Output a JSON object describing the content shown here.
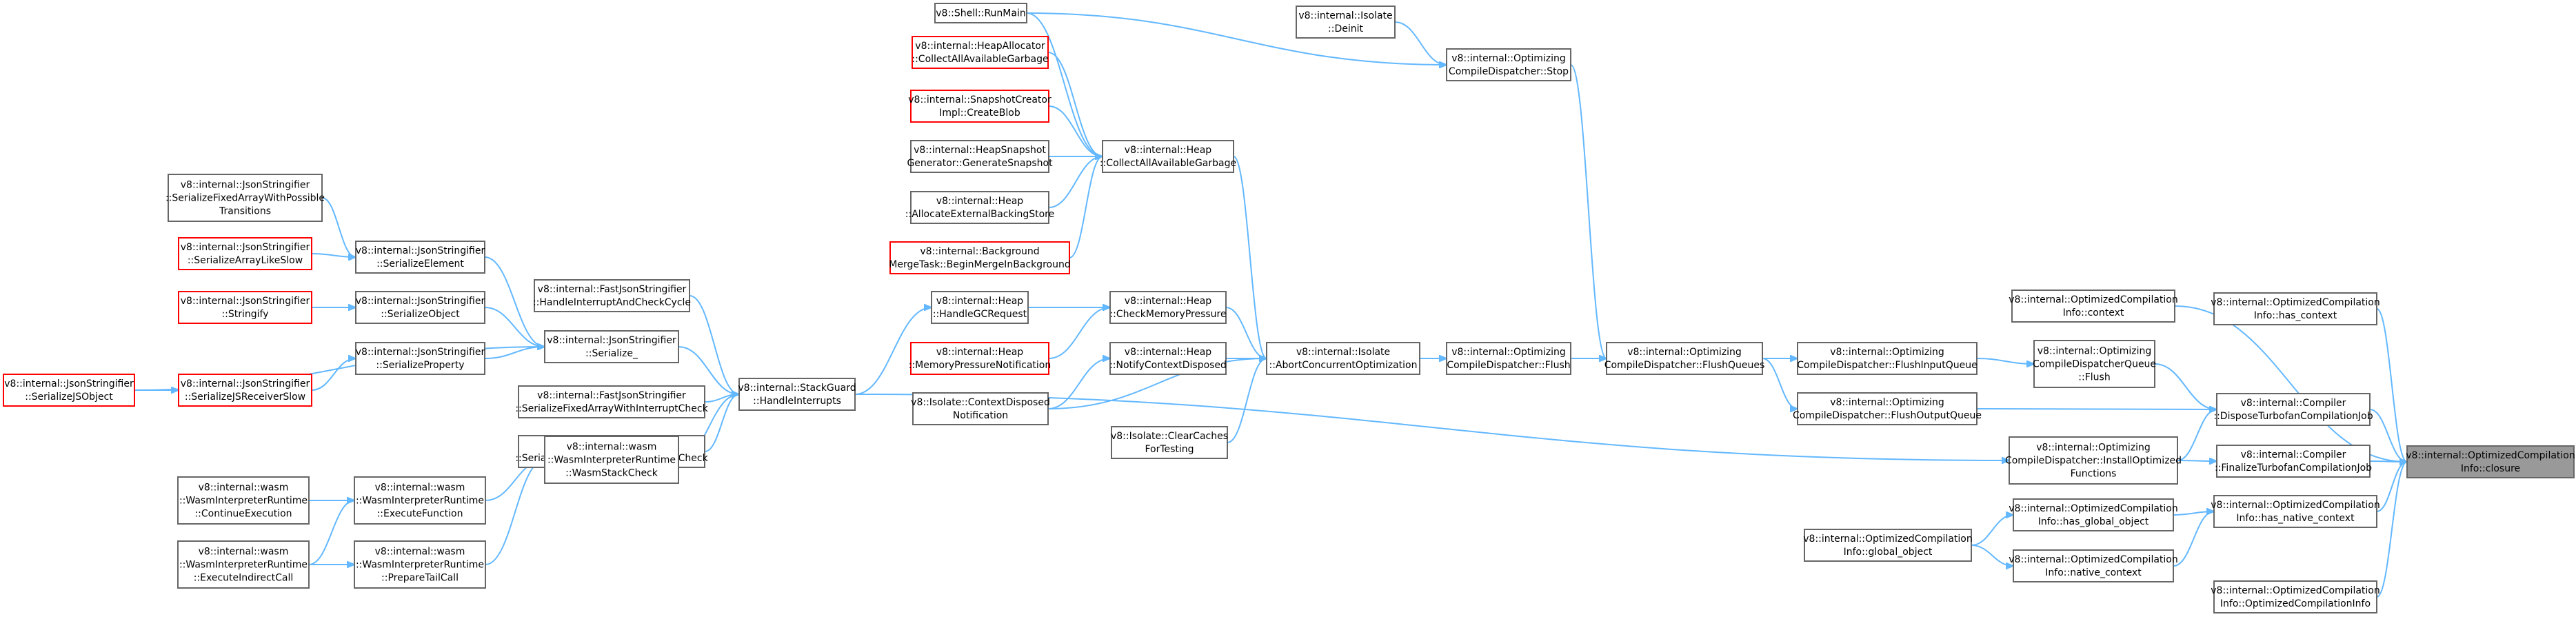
{
  "colors": {
    "edge": "#63b8ff",
    "box_border": "#666666",
    "box_border_highlight": "#ff0000",
    "focus_fill": "#999999"
  },
  "nodes": {
    "closure": [
      "v8::internal::OptimizedCompilation",
      "Info::closure"
    ],
    "has_context": [
      "v8::internal::OptimizedCompilation",
      "Info::has_context"
    ],
    "dispose_job": [
      "v8::internal::Compiler",
      "::DisposeTurbofanCompilationJob"
    ],
    "finalize_job": [
      "v8::internal::Compiler",
      "::FinalizeTurbofanCompilationJob"
    ],
    "has_native_context": [
      "v8::internal::OptimizedCompilation",
      "Info::has_native_context"
    ],
    "oci_ctor": [
      "v8::internal::OptimizedCompilation",
      "Info::OptimizedCompilationInfo"
    ],
    "oci_context": [
      "v8::internal::OptimizedCompilation",
      "Info::context"
    ],
    "queue_flush": [
      "v8::internal::Optimizing",
      "CompileDispatcherQueue",
      "::Flush"
    ],
    "install_optimized": [
      "v8::internal::Optimizing",
      "CompileDispatcher::InstallOptimized",
      "Functions"
    ],
    "has_global_object": [
      "v8::internal::OptimizedCompilation",
      "Info::has_global_object"
    ],
    "native_context": [
      "v8::internal::OptimizedCompilation",
      "Info::native_context"
    ],
    "global_object": [
      "v8::internal::OptimizedCompilation",
      "Info::global_object"
    ],
    "flush_input": [
      "v8::internal::Optimizing",
      "CompileDispatcher::FlushInputQueue"
    ],
    "flush_output": [
      "v8::internal::Optimizing",
      "CompileDispatcher::FlushOutputQueue"
    ],
    "flush_queues": [
      "v8::internal::Optimizing",
      "CompileDispatcher::FlushQueues"
    ],
    "ocd_stop": [
      "v8::internal::Optimizing",
      "CompileDispatcher::Stop"
    ],
    "ocd_flush": [
      "v8::internal::Optimizing",
      "CompileDispatcher::Flush"
    ],
    "isolate_deinit": [
      "v8::internal::Isolate",
      "::Deinit"
    ],
    "abort_concurrent": [
      "v8::internal::Isolate",
      "::AbortConcurrentOptimization"
    ],
    "collect_all_available": [
      "v8::internal::Heap",
      "::CollectAllAvailableGarbage"
    ],
    "check_memory_pressure": [
      "v8::internal::Heap",
      "::CheckMemoryPressure"
    ],
    "notify_context_disposed": [
      "v8::internal::Heap",
      "::NotifyContextDisposed"
    ],
    "clear_caches": [
      "v8::Isolate::ClearCaches",
      "ForTesting"
    ],
    "shell_runmain": [
      "v8::Shell::RunMain"
    ],
    "heap_allocator": [
      "v8::internal::HeapAllocator",
      "::CollectAllAvailableGarbage"
    ],
    "snapshot_creator": [
      "v8::internal::SnapshotCreator",
      "Impl::CreateBlob"
    ],
    "heap_snapshot": [
      "v8::internal::HeapSnapshot",
      "Generator::GenerateSnapshot"
    ],
    "allocate_external": [
      "v8::internal::Heap",
      "::AllocateExternalBackingStore"
    ],
    "background_merge": [
      "v8::internal::Background",
      "MergeTask::BeginMergeInBackground"
    ],
    "handle_gc_request": [
      "v8::internal::Heap",
      "::HandleGCRequest"
    ],
    "memory_pressure_notification": [
      "v8::internal::Heap",
      "::MemoryPressureNotification"
    ],
    "context_disposed_notification": [
      "v8::Isolate::ContextDisposed",
      "Notification"
    ],
    "stackguard_handle": [
      "v8::internal::StackGuard",
      "::HandleInterrupts"
    ],
    "fast_json_handle": [
      "v8::internal::FastJsonStringifier",
      "::HandleInterruptAndCheckCycle"
    ],
    "fast_json_serialize": [
      "v8::internal::FastJsonStringifier",
      "::SerializeFixedArrayWithInterruptCheck"
    ],
    "json_serialize_fixed_check": [
      "v8::internal::JsonStringifier",
      "::SerializeFixedArrayWithInterruptCheck"
    ],
    "json_serialize_": [
      "v8::internal::JsonStringifier",
      "::Serialize_"
    ],
    "json_serialize_element": [
      "v8::internal::JsonStringifier",
      "::SerializeElement"
    ],
    "json_serialize_object": [
      "v8::internal::JsonStringifier",
      "::SerializeObject"
    ],
    "json_serialize_property": [
      "v8::internal::JsonStringifier",
      "::SerializeProperty"
    ],
    "json_serialize_fixed_transitions": [
      "v8::internal::JsonStringifier",
      "::SerializeFixedArrayWithPossible",
      "Transitions"
    ],
    "json_serialize_array_like": [
      "v8::internal::JsonStringifier",
      "::SerializeArrayLikeSlow"
    ],
    "json_stringify": [
      "v8::internal::JsonStringifier",
      "::Stringify"
    ],
    "json_serialize_jsreceiver": [
      "v8::internal::JsonStringifier",
      "::SerializeJSReceiverSlow"
    ],
    "json_serialize_jsobject": [
      "v8::internal::JsonStringifier",
      "::SerializeJSObject"
    ],
    "wasm_stack_check": [
      "v8::internal::wasm",
      "::WasmInterpreterRuntime",
      "::WasmStackCheck"
    ],
    "wasm_execute_function": [
      "v8::internal::wasm",
      "::WasmInterpreterRuntime",
      "::ExecuteFunction"
    ],
    "wasm_prepare_tail_call": [
      "v8::internal::wasm",
      "::WasmInterpreterRuntime",
      "::PrepareTailCall"
    ],
    "wasm_continue_execution": [
      "v8::internal::wasm",
      "::WasmInterpreterRuntime",
      "::ContinueExecution"
    ],
    "wasm_execute_indirect": [
      "v8::internal::wasm",
      "::WasmInterpreterRuntime",
      "::ExecuteIndirectCall"
    ]
  }
}
